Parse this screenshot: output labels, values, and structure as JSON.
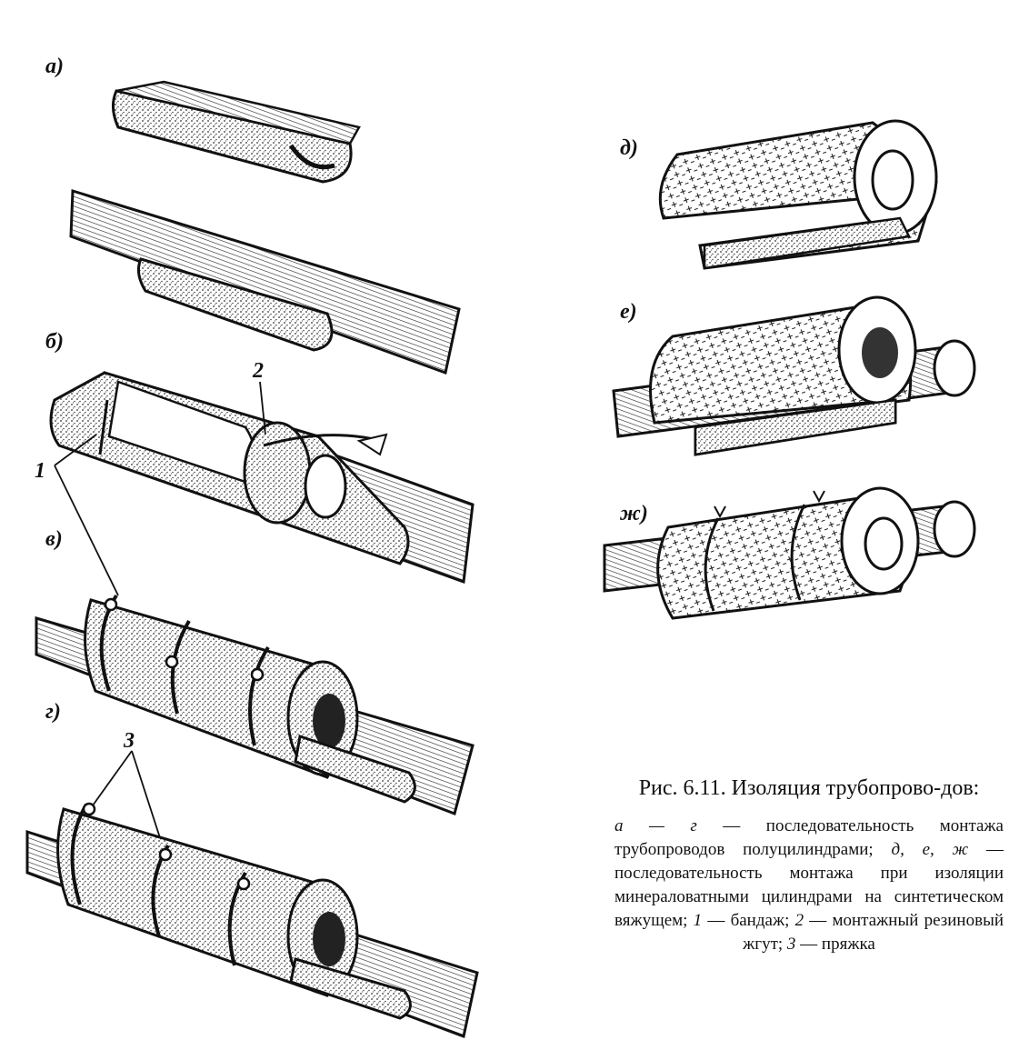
{
  "panels": {
    "a": "а)",
    "b": "б)",
    "v": "в)",
    "g": "г)",
    "d": "д)",
    "e": "е)",
    "zh": "ж)"
  },
  "callouts": {
    "bandage": "1",
    "tourniquet": "2",
    "buckle": "3"
  },
  "caption": {
    "title": "Рис. 6.11. Изоляция трубопрово-дов:",
    "body": [
      {
        "text": "а — г",
        "italic": true
      },
      {
        "text": " — последовательность монтажа трубопроводов полуцилиндрами; ",
        "italic": false
      },
      {
        "text": "д, е, ж",
        "italic": true
      },
      {
        "text": " — последовательность монтажа при изоляции минераловатными цилиндрами на синтетическом вяжущем; ",
        "italic": false
      },
      {
        "text": "1",
        "italic": true
      },
      {
        "text": " — бандаж; ",
        "italic": false
      },
      {
        "text": "2",
        "italic": true
      },
      {
        "text": " — монтажный резиновый жгут; ",
        "italic": false
      },
      {
        "text": "3",
        "italic": true
      },
      {
        "text": " — пряжка",
        "italic": false
      }
    ]
  },
  "colors": {
    "ink": "#111111",
    "paper": "#ffffff",
    "stipple": "#8a8a8a"
  }
}
